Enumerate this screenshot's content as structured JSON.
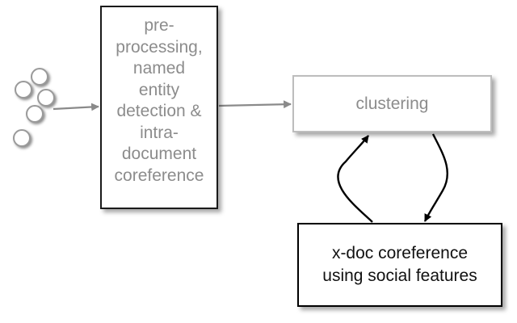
{
  "nodes": {
    "preprocessing": "pre-\nprocessing,\nnamed\nentity\ndetection &\nintra-\ndocument\ncoreference",
    "clustering": "clustering",
    "xdoc": "x-doc coreference\nusing social features"
  },
  "documents": {
    "count": 5
  },
  "colors": {
    "gray_text": "#8c8c8c",
    "dark_border": "#1a1a1a",
    "light_border": "#bdbdbd",
    "gray_arrow": "#8a8a8a",
    "black_arrow": "#000000"
  }
}
